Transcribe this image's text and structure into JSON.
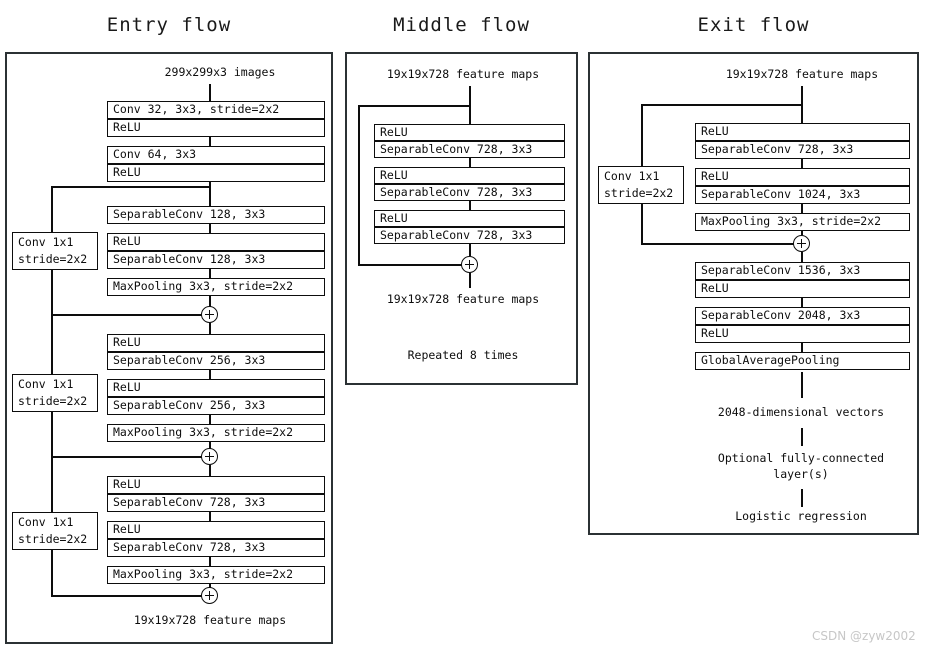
{
  "watermark": "CSDN @zyw2002",
  "flows": [
    {
      "title": "Entry flow",
      "input_label": "299x299x3 images",
      "output_label": "19x19x728 feature maps",
      "boxes": [
        "Conv 32, 3x3, stride=2x2",
        "ReLU",
        "Conv 64, 3x3",
        "ReLU",
        "SeparableConv 128, 3x3",
        "ReLU",
        "SeparableConv 128, 3x3",
        "MaxPooling 3x3, stride=2x2",
        "ReLU",
        "SeparableConv 256, 3x3",
        "ReLU",
        "SeparableConv 256, 3x3",
        "MaxPooling 3x3, stride=2x2",
        "ReLU",
        "SeparableConv 728, 3x3",
        "ReLU",
        "SeparableConv 728, 3x3",
        "MaxPooling 3x3, stride=2x2"
      ],
      "skips": [
        {
          "line1": "Conv 1x1",
          "line2": "stride=2x2"
        },
        {
          "line1": "Conv 1x1",
          "line2": "stride=2x2"
        },
        {
          "line1": "Conv 1x1",
          "line2": "stride=2x2"
        }
      ],
      "adders": [
        "+",
        "+",
        "+"
      ]
    },
    {
      "title": "Middle flow",
      "input_label": "19x19x728 feature maps",
      "output_label": "19x19x728 feature maps",
      "repeat_label": "Repeated 8 times",
      "boxes": [
        "ReLU",
        "SeparableConv 728, 3x3",
        "ReLU",
        "SeparableConv 728, 3x3",
        "ReLU",
        "SeparableConv 728, 3x3"
      ],
      "adders": [
        "+"
      ]
    },
    {
      "title": "Exit flow",
      "input_label": "19x19x728 feature maps",
      "boxes": [
        "ReLU",
        "SeparableConv 728, 3x3",
        "ReLU",
        "SeparableConv 1024, 3x3",
        "MaxPooling 3x3, stride=2x2",
        "SeparableConv 1536, 3x3",
        "ReLU",
        "SeparableConv 2048, 3x3",
        "ReLU",
        "GlobalAveragePooling"
      ],
      "skips": [
        {
          "line1": "Conv 1x1",
          "line2": "stride=2x2"
        }
      ],
      "adders": [
        "+"
      ],
      "tail_labels": [
        "2048-dimensional vectors",
        "Optional fully-connected\nlayer(s)",
        "Logistic regression"
      ]
    }
  ]
}
